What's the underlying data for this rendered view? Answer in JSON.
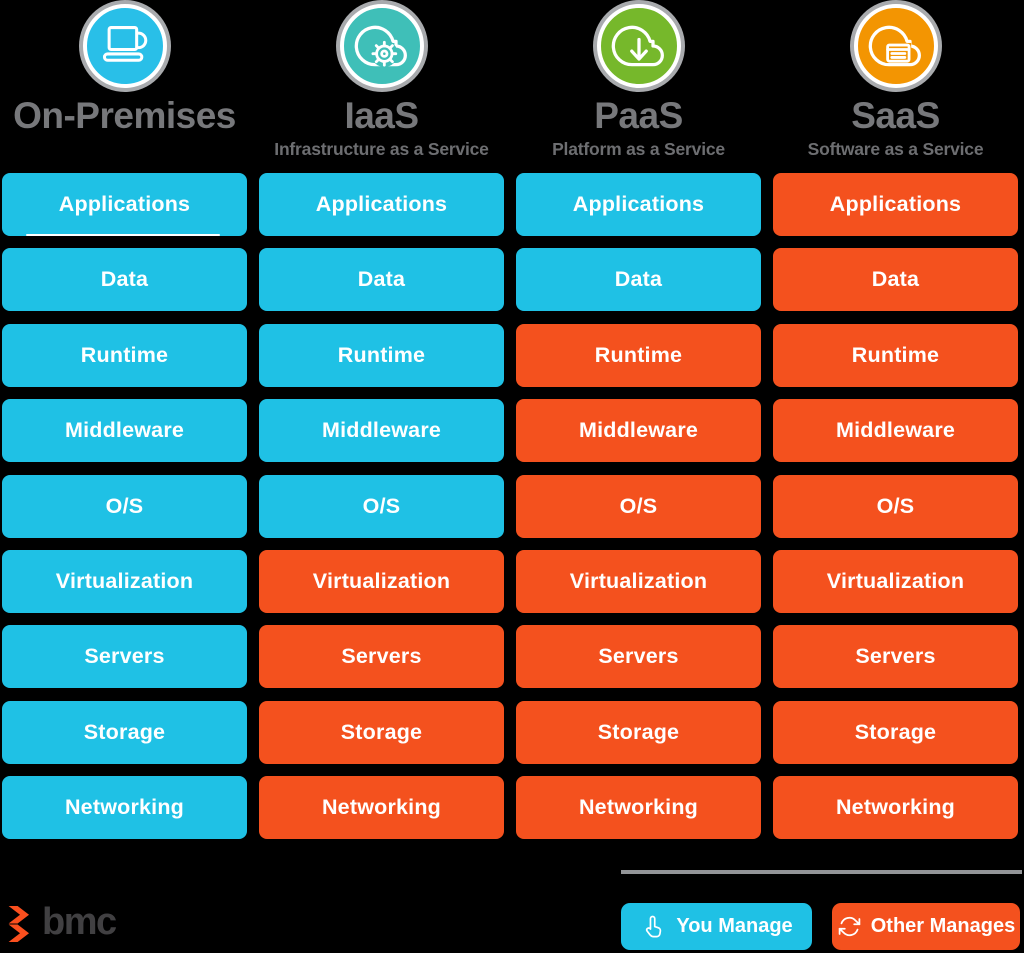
{
  "title": "Cloud service models comparison (On-Premises vs IaaS vs PaaS vs SaaS)",
  "colors": {
    "you_manage_blue": "#1FC1E5",
    "other_manages_orange": "#F4511E",
    "onprem_circle": "#29BFE8",
    "iaas_circle": "#3FBFB8",
    "paas_circle": "#76B82B",
    "saas_circle": "#F39502",
    "ring_gray": "#A8AAAD",
    "title_gray": "#77787B",
    "subtitle_gray": "#6D6E71",
    "divider_gray": "#939598",
    "bmc_text_gray": "#414042",
    "bmc_orange": "#FB4F1E"
  },
  "row_labels": [
    "Applications",
    "Data",
    "Runtime",
    "Middleware",
    "O/S",
    "Virtualization",
    "Servers",
    "Storage",
    "Networking"
  ],
  "columns": [
    {
      "id": "on-premises",
      "title": "On-Premises",
      "subtitle": "",
      "icon": "laptop-icon",
      "icon_bg": "#29BFE8",
      "cells": [
        "you",
        "you",
        "you",
        "you",
        "you",
        "you",
        "you",
        "you",
        "you"
      ]
    },
    {
      "id": "iaas",
      "title": "IaaS",
      "subtitle": "Infrastructure as a Service",
      "icon": "cloud-gear-icon",
      "icon_bg": "#3FBFB8",
      "cells": [
        "you",
        "you",
        "you",
        "you",
        "you",
        "other",
        "other",
        "other",
        "other"
      ]
    },
    {
      "id": "paas",
      "title": "PaaS",
      "subtitle": "Platform as a Service",
      "icon": "cloud-download-icon",
      "icon_bg": "#76B82B",
      "cells": [
        "you",
        "you",
        "other",
        "other",
        "other",
        "other",
        "other",
        "other",
        "other"
      ]
    },
    {
      "id": "saas",
      "title": "SaaS",
      "subtitle": "Software as a Service",
      "icon": "cloud-app-icon",
      "icon_bg": "#F39502",
      "cells": [
        "other",
        "other",
        "other",
        "other",
        "other",
        "other",
        "other",
        "other",
        "other"
      ]
    }
  ],
  "legend": {
    "you_manage_label": "You Manage",
    "other_manages_label": "Other Manages"
  },
  "footer": {
    "brand": "bmc"
  }
}
